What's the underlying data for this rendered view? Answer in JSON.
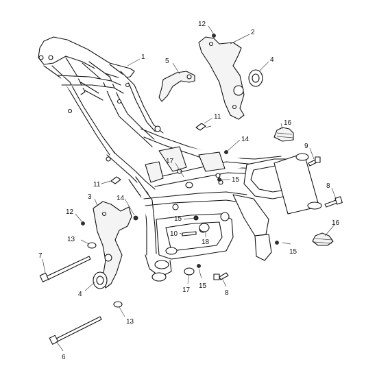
{
  "callouts": {
    "c1": "1",
    "c2": "2",
    "c3": "3",
    "c4a": "4",
    "c4b": "4",
    "c5": "5",
    "c6": "6",
    "c7": "7",
    "c8a": "8",
    "c8b": "8",
    "c9": "9",
    "c10": "10",
    "c11a": "11",
    "c11b": "11",
    "c12a": "12",
    "c12b": "12",
    "c13a": "13",
    "c13b": "13",
    "c14a": "14",
    "c14b": "14",
    "c15a": "15",
    "c15b": "15",
    "c15c": "15",
    "c15d": "15",
    "c16a": "16",
    "c16b": "16",
    "c17a": "17",
    "c17b": "17",
    "c18": "18"
  }
}
